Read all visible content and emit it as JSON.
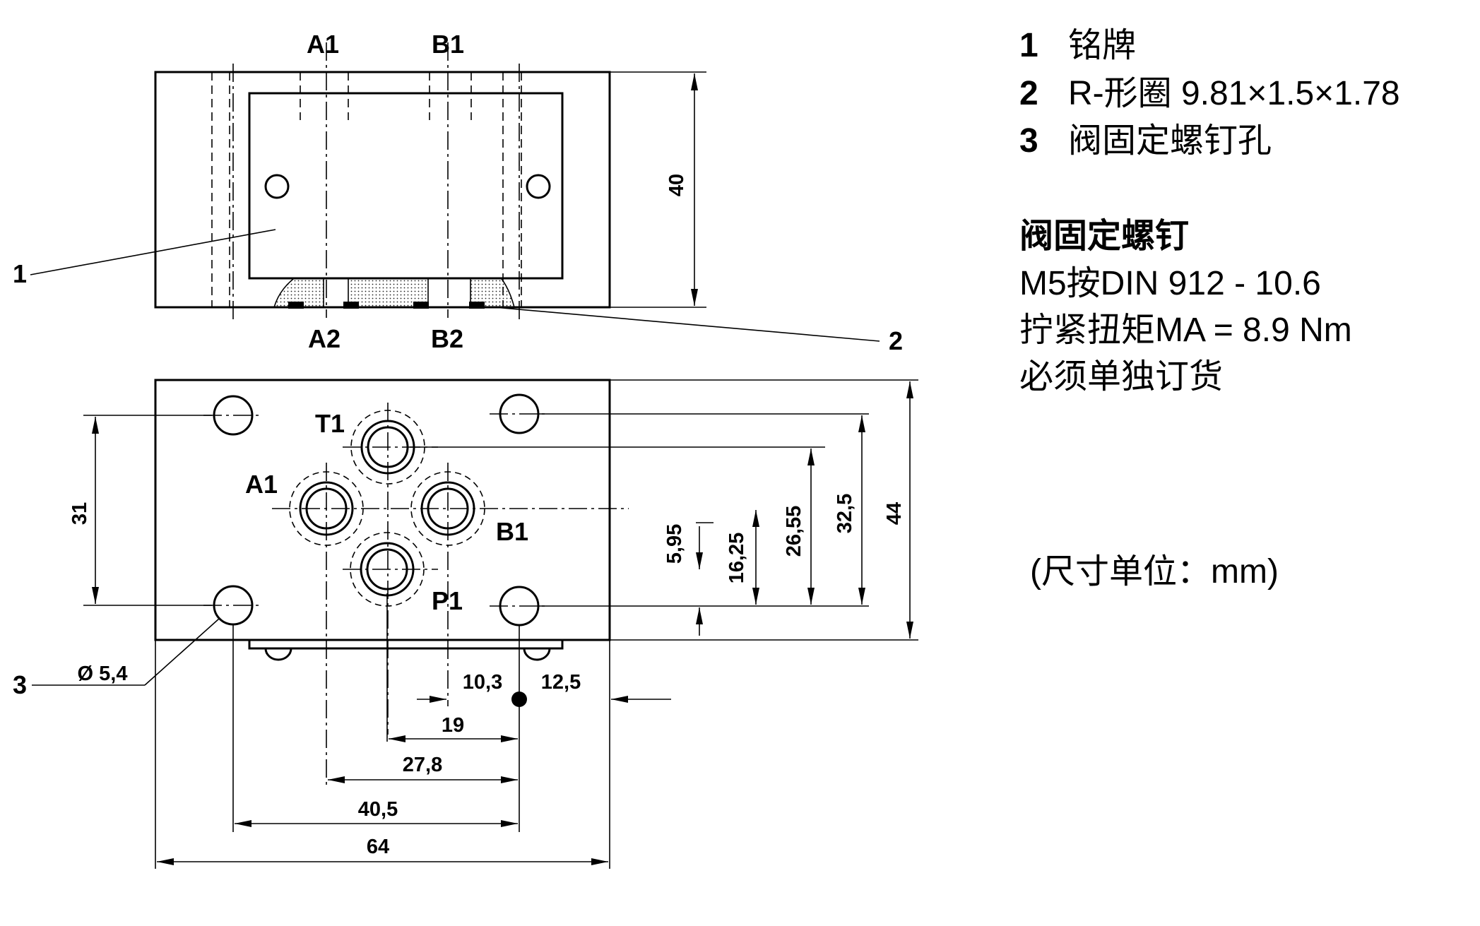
{
  "top_view": {
    "port_labels": [
      "A1",
      "B1",
      "A2",
      "B2"
    ],
    "dim_height": "40"
  },
  "bottom_view": {
    "port_labels": [
      "T1",
      "A1",
      "B1",
      "P1"
    ],
    "dims_vertical": [
      "31",
      "5,95",
      "16,25",
      "26,55",
      "32,5",
      "44"
    ],
    "dims_horizontal": [
      "10,3",
      "12,5",
      "19",
      "27,8",
      "40,5",
      "64"
    ],
    "hole_diameter": "Ø 5,4"
  },
  "callouts": [
    "1",
    "2",
    "3"
  ],
  "legend": {
    "items": [
      {
        "num": "1",
        "text": "铭牌"
      },
      {
        "num": "2",
        "text": "R-形圈 9.81×1.5×1.78"
      },
      {
        "num": "3",
        "text": "阀固定螺钉孔"
      }
    ],
    "screw_title": "阀固定螺钉",
    "screw_lines": [
      "M5按DIN 912 - 10.6",
      "拧紧扭矩MA = 8.9  Nm",
      "必须单独订货"
    ],
    "units_note": "(尺寸单位：mm)"
  }
}
